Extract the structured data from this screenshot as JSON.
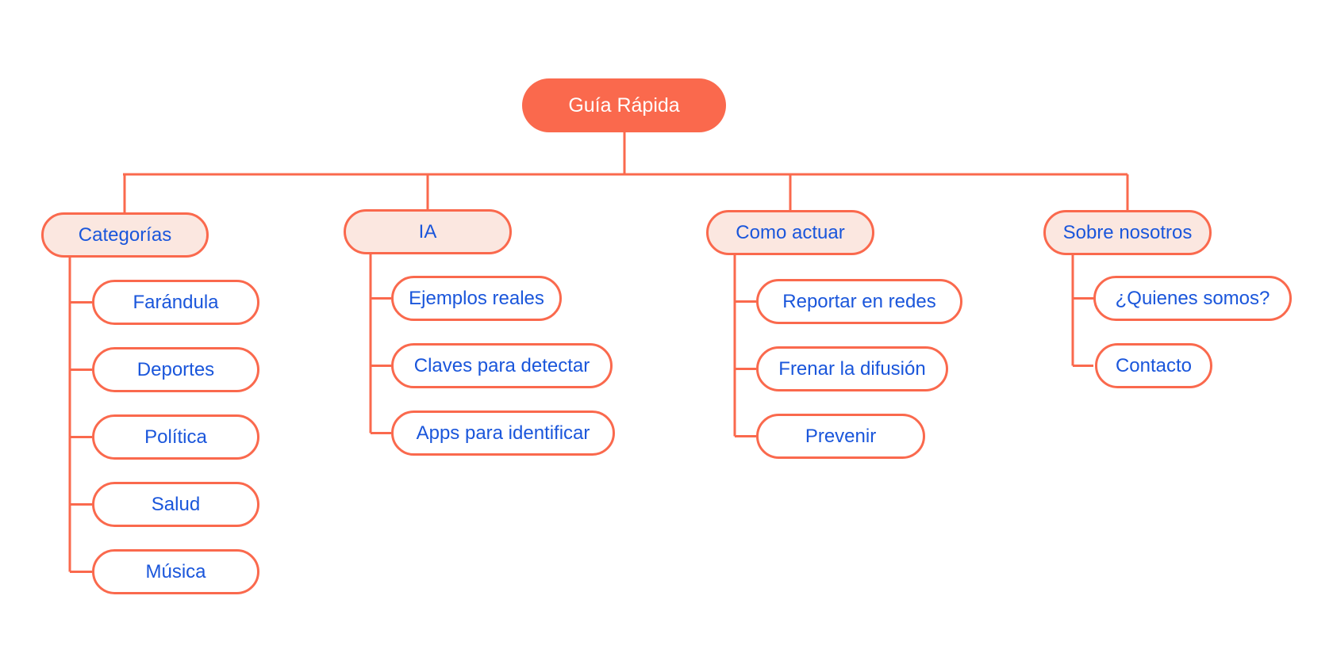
{
  "theme": {
    "accent": "#FA694D",
    "branch_fill": "#FBE7E0",
    "child_fill": "#FFFFFF",
    "node_text": "#1A56DB",
    "root_text": "#FFFFFF",
    "canvas_bg": "#FFFFFF"
  },
  "diagram": {
    "root": {
      "label": "Guía Rápida"
    },
    "branches": [
      {
        "label": "Categorías",
        "children": [
          {
            "label": "Farándula"
          },
          {
            "label": "Deportes"
          },
          {
            "label": "Política"
          },
          {
            "label": "Salud"
          },
          {
            "label": "Música"
          }
        ]
      },
      {
        "label": "IA",
        "children": [
          {
            "label": "Ejemplos reales"
          },
          {
            "label": "Claves para detectar"
          },
          {
            "label": "Apps para identificar"
          }
        ]
      },
      {
        "label": "Como actuar",
        "children": [
          {
            "label": "Reportar en redes"
          },
          {
            "label": "Frenar la difusión"
          },
          {
            "label": "Prevenir"
          }
        ]
      },
      {
        "label": "Sobre nosotros",
        "children": [
          {
            "label": "¿Quienes somos?"
          },
          {
            "label": "Contacto"
          }
        ]
      }
    ]
  }
}
